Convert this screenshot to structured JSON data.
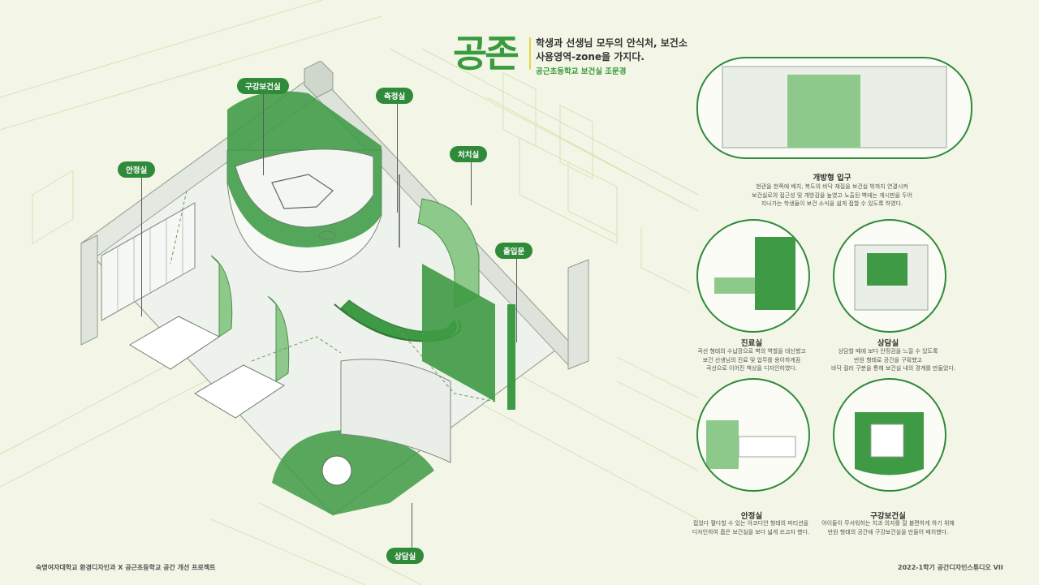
{
  "header": {
    "logo_text": "공존",
    "line1": "학생과 선생님 모두의 안식처, 보건소",
    "line2": "사용영역-zone을 가지다.",
    "line3": "공근초등학교 보건실 조문경"
  },
  "plan_labels": {
    "oral_room": "구강보건실",
    "measure_room": "측정실",
    "treatment_room": "처치실",
    "rest_room": "안정실",
    "entrance_door": "출입문",
    "consult_room": "상담실"
  },
  "vignettes": [
    {
      "title": "개방형 입구",
      "body": "현관을 한쪽에 배치, 복도의 바닥 재질을 보건실 밖까지 연결시켜\n보건실로의 접근성 및 개방감을 높였고 노출된 벽에는 게시판을 두어\n지나가는 학생들이 보건 소식을 쉽게 접할 수 있도록 하였다."
    },
    {
      "title": "진료실",
      "body": "곡선 형태의 수납장으로 벽의 역할을 대신했고\n보건 선생님의 진료 및 업무를 용이하게끔\n곡선으로 이어진 책상을 디자인하였다."
    },
    {
      "title": "상담실",
      "body": "상담할 때에 보다 안정감을 느낄 수 있도록\n반원 형태로 공간을 구획했고\n바닥 컬러 구분을 통해 보건실 내의 경계를 만들었다."
    },
    {
      "title": "안정실",
      "body": "접었다 펼다할 수 있는 아코디언 형태의 파티션을\n디자인하여 좁은 보건실을 보다 넓게 쓰고자 했다."
    },
    {
      "title": "구강보건실",
      "body": "아이들이 무서워하는 치과 의자를 덜 불편하게 하기 위해\n반원 형태의 공간에 구강보건실을 만들어 배치했다."
    }
  ],
  "footer": {
    "left": "숙명여자대학교 환경디자인과 X 공근초등학교 공간 개선 프로젝트",
    "right": "2022-1학기 공간디자인스튜디오 VII"
  },
  "colors": {
    "accent_green": "#2f8a3a",
    "light_green": "#8cc98a",
    "background": "#f3f6e6"
  }
}
